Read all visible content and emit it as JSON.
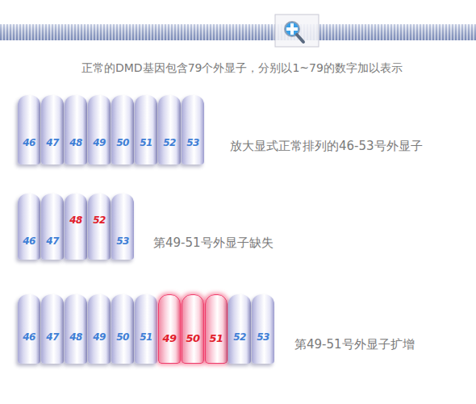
{
  "diagram": {
    "title": "正常的DMD基因包含79个外显子，分别以1~79的数字加以表示",
    "nodes": [
      {
        "text": [
          "46"
        ]
      },
      {
        "text": [
          "47"
        ]
      },
      {
        "text": [
          "48"
        ]
      },
      {
        "text": [
          "49"
        ]
      },
      {
        "text": [
          "50"
        ]
      },
      {
        "text": [
          "51"
        ]
      },
      {
        "text": [
          "52"
        ]
      },
      {
        "text": [
          "53"
        ]
      },
      {
        "text": [
          "46"
        ]
      },
      {
        "text": [
          "47"
        ]
      },
      {
        "text": [
          "48"
        ]
      },
      {
        "text": [
          "52"
        ]
      },
      {
        "text": [
          "53"
        ]
      },
      {
        "text": [
          "46"
        ]
      },
      {
        "text": [
          "47"
        ]
      },
      {
        "text": [
          "48"
        ]
      },
      {
        "text": [
          "49"
        ]
      },
      {
        "text": [
          "50"
        ]
      },
      {
        "text": [
          "51"
        ]
      },
      {
        "text": [
          "49"
        ]
      },
      {
        "text": [
          "50"
        ]
      },
      {
        "text": [
          "51"
        ]
      },
      {
        "text": [
          "52"
        ]
      },
      {
        "text": [
          "53"
        ]
      }
    ],
    "labels": [
      "放大显式正常排列的46-53号外显子",
      "第49-51号外显子缺失",
      "第49-51号外显子扩增"
    ]
  }
}
